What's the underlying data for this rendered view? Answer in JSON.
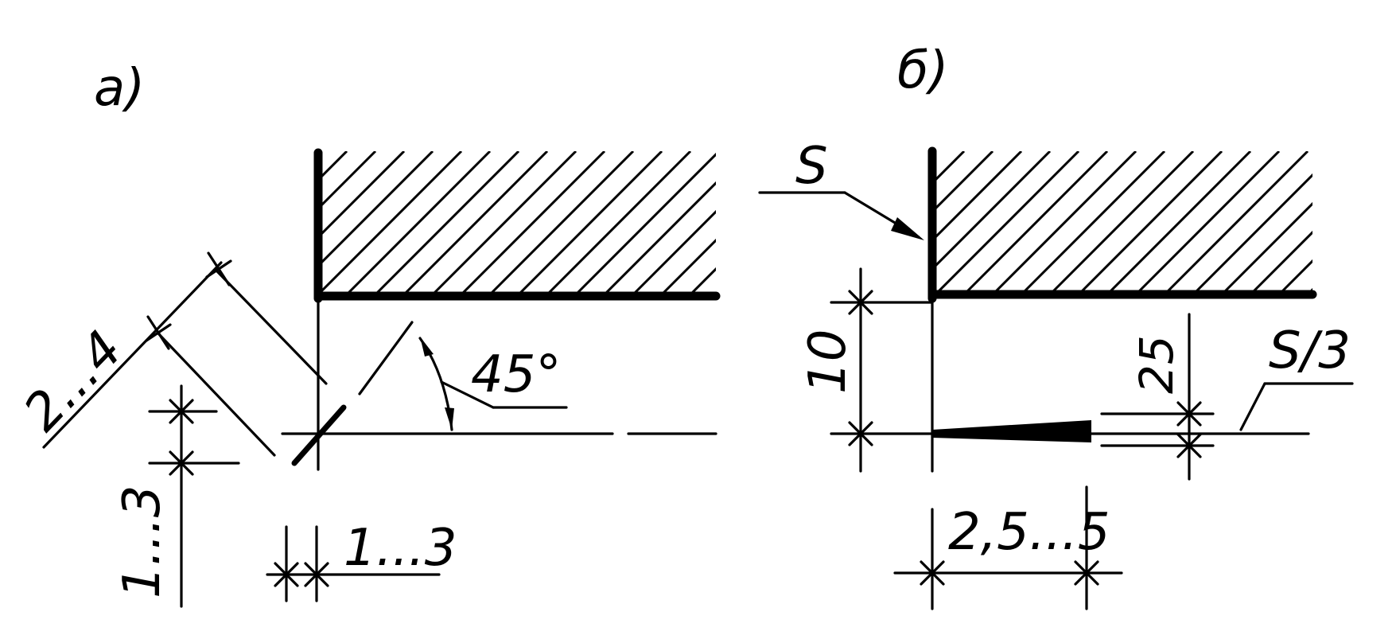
{
  "panels": {
    "a": {
      "label": "а)"
    },
    "b": {
      "label": "б)"
    }
  },
  "dimensions": {
    "a_diag": "2...4",
    "a_angle": "45°",
    "a_vertical": "1...3",
    "a_horizontal": "1...3",
    "b_s": "S",
    "b_10": "10",
    "b_25": "25",
    "b_s3": "S/3",
    "b_horizontal": "2,5...5"
  }
}
